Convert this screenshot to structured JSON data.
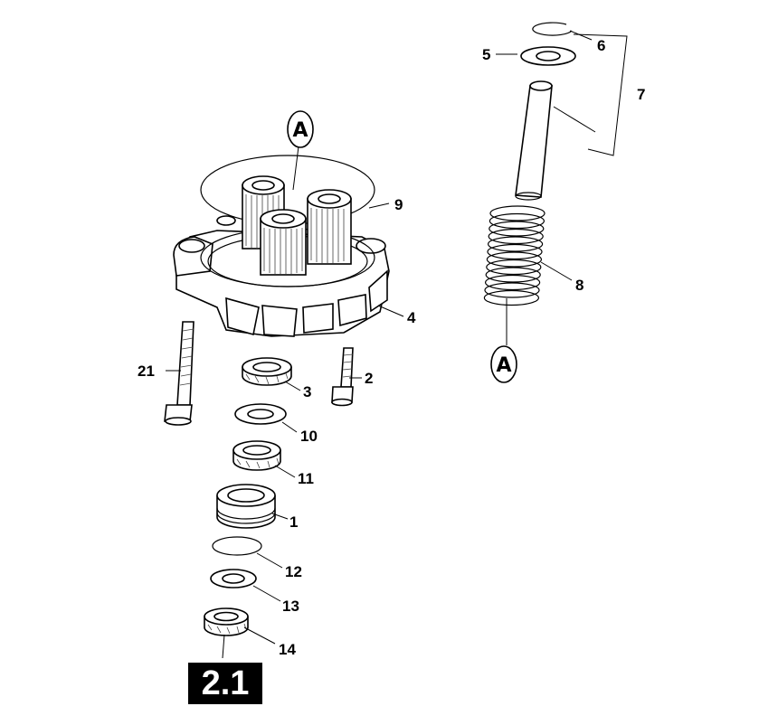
{
  "labels": {
    "p1": "1",
    "p2": "2",
    "p3": "3",
    "p4": "4",
    "p5": "5",
    "p6": "6",
    "p7": "7",
    "p8": "8",
    "p9": "9",
    "p10": "10",
    "p11": "11",
    "p12": "12",
    "p13": "13",
    "p14": "14",
    "p21": "21"
  },
  "callout": {
    "a_top": "A",
    "a_bottom": "A"
  },
  "section_badge": "2.1"
}
